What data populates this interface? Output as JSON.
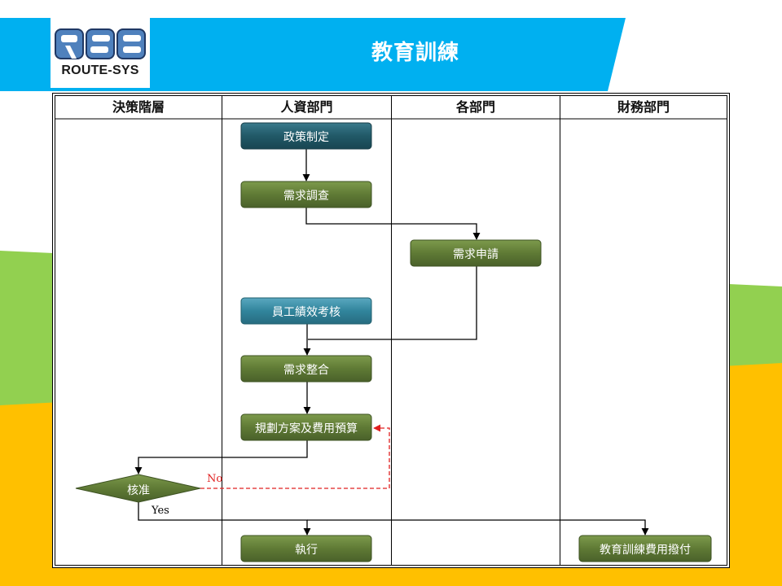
{
  "logo": {
    "mark": "RSC",
    "subtitle": "ROUTE-SYS"
  },
  "title": "教育訓練",
  "colors": {
    "header_blue": "#00b0f0",
    "green_band": "#92d050",
    "yellow_band": "#ffc000",
    "node_green": "#5f7a35",
    "node_teal": "#215967",
    "node_light_blue": "#31859c",
    "no_path": "#e02020"
  },
  "lanes": [
    {
      "id": "decision",
      "label": "決策階層"
    },
    {
      "id": "hr",
      "label": "人資部門"
    },
    {
      "id": "depts",
      "label": "各部門"
    },
    {
      "id": "finance",
      "label": "財務部門"
    }
  ],
  "nodes": [
    {
      "id": "policy",
      "lane": "hr",
      "shape": "box",
      "style": "teal",
      "label": "政策制定"
    },
    {
      "id": "survey",
      "lane": "hr",
      "shape": "box",
      "style": "green",
      "label": "需求調查"
    },
    {
      "id": "request",
      "lane": "depts",
      "shape": "box",
      "style": "green",
      "label": "需求申請"
    },
    {
      "id": "appraisal",
      "lane": "hr",
      "shape": "box",
      "style": "light-blue",
      "label": "員工績效考核"
    },
    {
      "id": "integrate",
      "lane": "hr",
      "shape": "box",
      "style": "green",
      "label": "需求整合"
    },
    {
      "id": "plan",
      "lane": "hr",
      "shape": "box",
      "style": "green",
      "label": "規劃方案及費用預算"
    },
    {
      "id": "approve",
      "lane": "decision",
      "shape": "diamond",
      "style": "green",
      "label": "核准"
    },
    {
      "id": "execute",
      "lane": "hr",
      "shape": "box",
      "style": "green",
      "label": "執行"
    },
    {
      "id": "payment",
      "lane": "finance",
      "shape": "box",
      "style": "green",
      "label": "教育訓練費用撥付"
    }
  ],
  "edges": [
    {
      "from": "policy",
      "to": "survey",
      "label": ""
    },
    {
      "from": "survey",
      "to": "request",
      "label": ""
    },
    {
      "from": "request",
      "to": "integrate",
      "label": ""
    },
    {
      "from": "appraisal",
      "to": "integrate",
      "label": ""
    },
    {
      "from": "integrate",
      "to": "plan",
      "label": ""
    },
    {
      "from": "plan",
      "to": "approve",
      "label": ""
    },
    {
      "from": "approve",
      "to": "plan",
      "label": "No",
      "style": "dashed"
    },
    {
      "from": "approve",
      "to": "execute",
      "label": "Yes"
    },
    {
      "from": "approve",
      "to": "payment",
      "label": "Yes"
    }
  ],
  "edge_labels": {
    "no": "No",
    "yes": "Yes"
  }
}
